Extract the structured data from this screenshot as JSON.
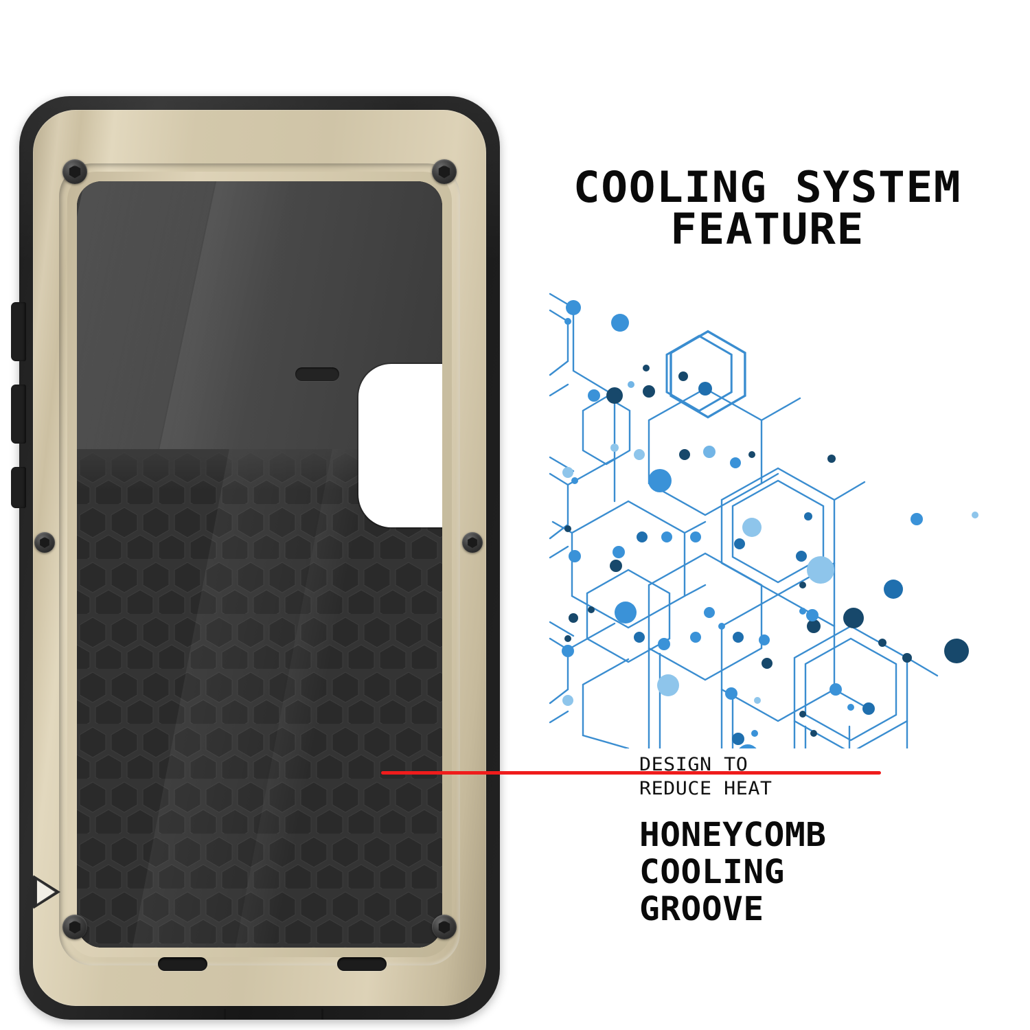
{
  "headline": {
    "line1": "COOLING SYSTEM",
    "line2": "FEATURE"
  },
  "callout": {
    "sub_line1": "DESIGN TO",
    "sub_line2": "REDUCE HEAT",
    "title_line1": "HONEYCOMB",
    "title_line2": "COOLING",
    "title_line3": "GROOVE",
    "pointer_color": "#ef1c1c"
  },
  "product": {
    "name": "rugged-metal-phone-case",
    "frame_color": "#cfc4a7",
    "rubber_color": "#1d1d1d",
    "backplate_color": "#343434",
    "camera_cutout_color": "#ffffff"
  },
  "graphic": {
    "name": "honeycomb-network-diagram",
    "line_color": "#3a8dd0",
    "dot_colors": [
      "#8ec5eb",
      "#3a92d8",
      "#1f6fae",
      "#17486b"
    ]
  }
}
